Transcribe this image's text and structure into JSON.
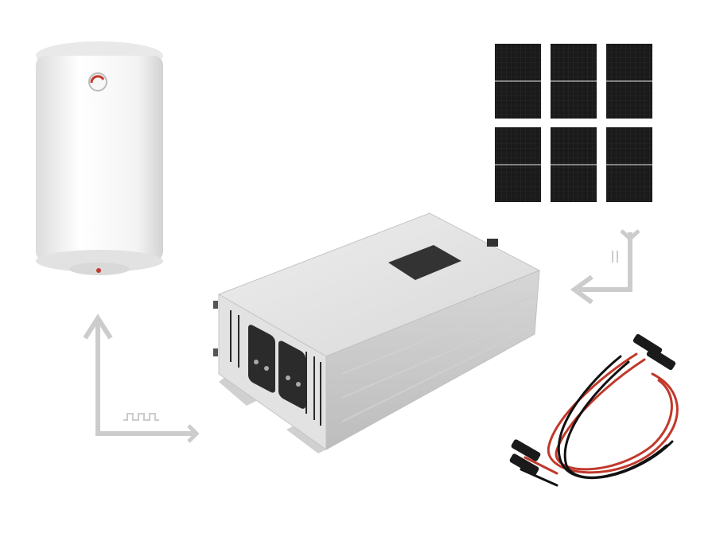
{
  "colors": {
    "background": "#ffffff",
    "arrow": "#c8c8c8",
    "panel": "#1c1c1c",
    "inverter": "#e6e6e6",
    "cable_red": "#c0392b",
    "cable_black": "#111111"
  },
  "objects": {
    "water_heater": "water-heater",
    "solar_panels": "solar-panel-array",
    "inverter": "inverter",
    "cables": "solar-cables"
  }
}
